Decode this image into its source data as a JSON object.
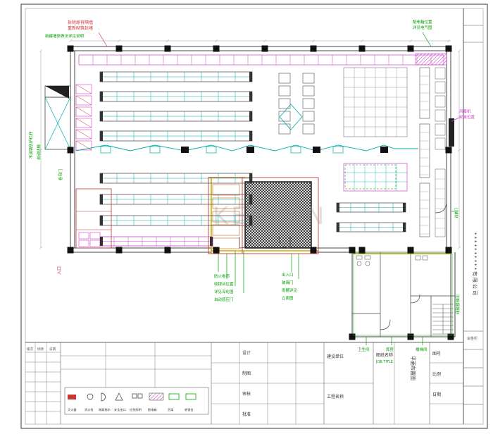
{
  "sheet": {
    "watermark": "KEMFAN"
  },
  "annotations": {
    "top_left_red_1": "拆除原有隔墙",
    "top_left_red_2": "重新砌筑封堵",
    "top_left_green": "新建墙体做法详见说明",
    "top_right_green_1": "配电箱位置",
    "top_right_green_2": "详见电气图",
    "left_green_rail": "不锈钢防护栏杆",
    "left_green_escalator": "自动扶梯",
    "left_green_shutter": "卷帘门",
    "left_red_entry": "入口",
    "right_magenta_1": "风幕机",
    "right_magenta_2": "安装位置",
    "right_green_stair": "疏散楼梯间",
    "right_green_door": "疏散门",
    "center_green": [
      "防火卷帘",
      "收银台位置",
      "详见深化图",
      "自动感应门"
    ],
    "entry_green": [
      "出入口",
      "玻璃门",
      "雨棚详见",
      "立面图"
    ],
    "annex_wc": "卫生间",
    "annex_store": "库房",
    "annex_stair": "楼梯间"
  },
  "legend": {
    "items": [
      {
        "label": "灭火器"
      },
      {
        "label": "消火栓"
      },
      {
        "label": "疏散指示"
      },
      {
        "label": "安全出口"
      },
      {
        "label": "应急照明"
      },
      {
        "label": "配电箱"
      },
      {
        "label": "货架"
      },
      {
        "label": "收银台"
      }
    ]
  },
  "title_block": {
    "company": "**********有限公司",
    "job_title_label": "图纸名称",
    "job_title_en": "JOB TITLE",
    "drawing_name": "平面布置图",
    "fields": [
      "设计",
      "制图",
      "审核",
      "批准"
    ],
    "info_fields": [
      "建设单位",
      "工程名称"
    ],
    "right_fields": [
      "图号",
      "比例",
      "日期"
    ],
    "sign_label": "会签栏",
    "rev_headers": [
      "版次",
      "修改",
      "日期"
    ]
  }
}
